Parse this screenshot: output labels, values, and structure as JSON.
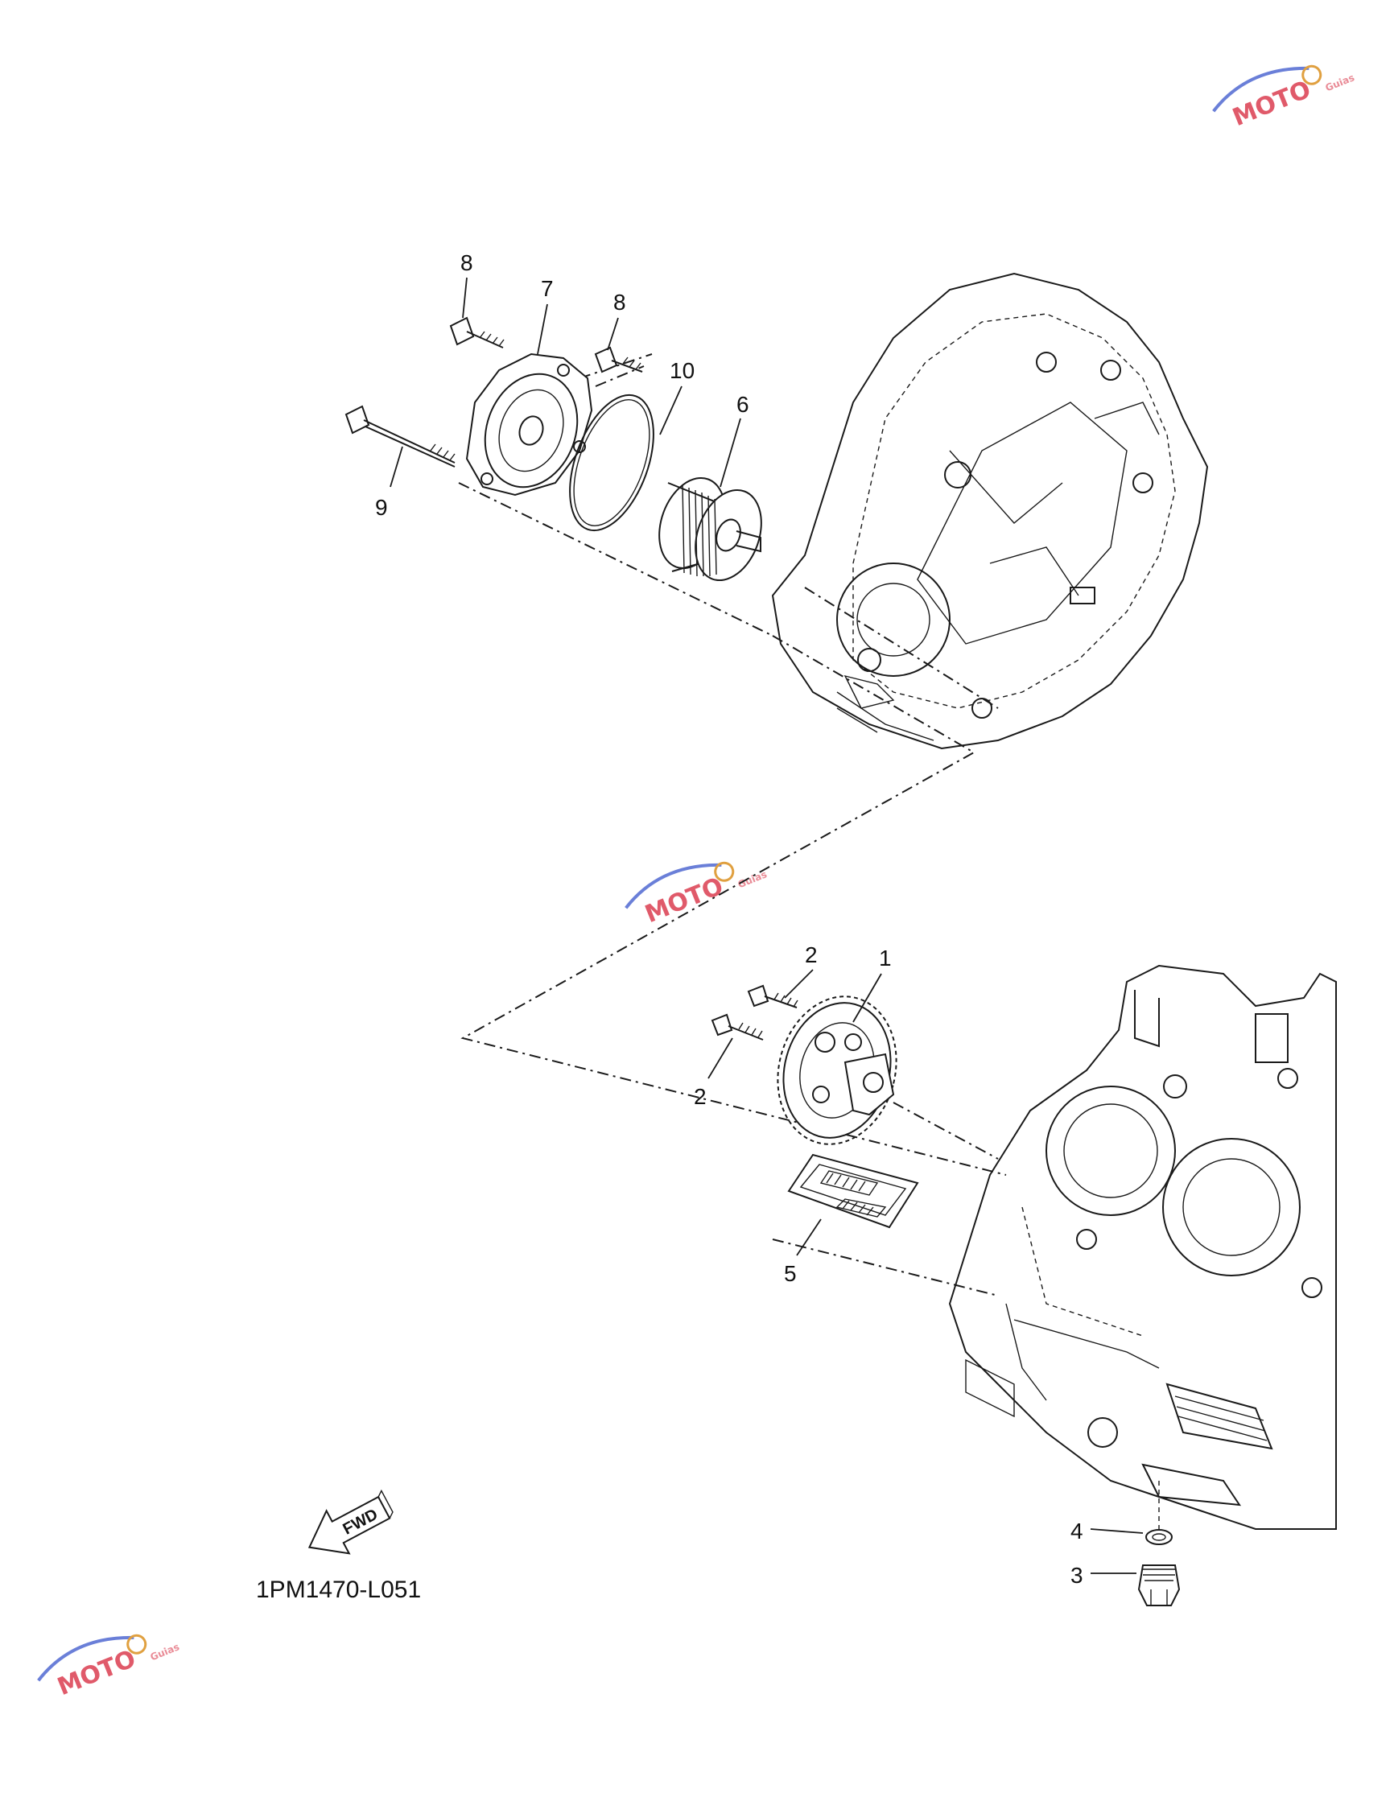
{
  "diagram": {
    "figure_code": "1PM1470-L051",
    "fwd_label": "FWD",
    "callouts": [
      {
        "id": "1",
        "text": "1"
      },
      {
        "id": "2a",
        "text": "2"
      },
      {
        "id": "2b",
        "text": "2"
      },
      {
        "id": "3",
        "text": "3"
      },
      {
        "id": "4",
        "text": "4"
      },
      {
        "id": "5",
        "text": "5"
      },
      {
        "id": "6",
        "text": "6"
      },
      {
        "id": "7",
        "text": "7"
      },
      {
        "id": "8a",
        "text": "8"
      },
      {
        "id": "8b",
        "text": "8"
      },
      {
        "id": "9",
        "text": "9"
      },
      {
        "id": "10",
        "text": "10"
      }
    ],
    "watermark": {
      "logo_text": "MOTO",
      "tag": "Guias"
    },
    "colors": {
      "ink": "#1a1a1a",
      "watermark": "#e05a6a",
      "watermark_accent": "#6a7fd8"
    }
  }
}
